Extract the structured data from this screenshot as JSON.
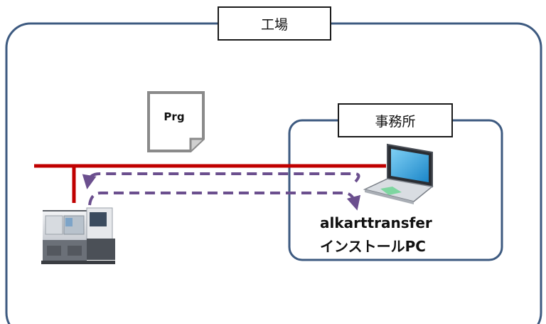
{
  "factory": {
    "label": "工場"
  },
  "office": {
    "label": "事務所"
  },
  "program_file": {
    "label": "Prg",
    "icon": "document-icon"
  },
  "pc": {
    "label_line1": "alkarttransfer",
    "label_line2": "インストールPC",
    "icon": "laptop-icon"
  },
  "machine": {
    "icon": "cnc-lathe-icon"
  },
  "colors": {
    "factory_border": "#3d5a80",
    "office_border": "#3d5a80",
    "network_line": "#c00000",
    "transfer_arrow": "#6b4f8e"
  }
}
